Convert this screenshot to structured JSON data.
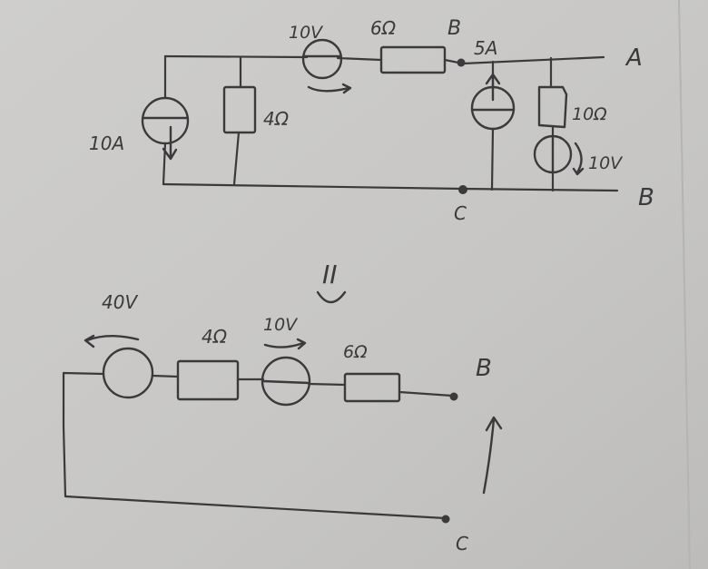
{
  "top_circuit": {
    "source_10A": "10A",
    "resistor_4": "4Ω",
    "source_10V": "10V",
    "resistor_6": "6Ω",
    "node_B_top": "B",
    "source_5A": "5A",
    "terminal_A": "A",
    "resistor_10": "10Ω",
    "source_10V_right": "10V",
    "terminal_B": "B",
    "node_C": "C"
  },
  "equivalence_mark": "II",
  "bottom_circuit": {
    "source_40V": "40V",
    "resistor_4": "4Ω",
    "source_10V": "10V",
    "resistor_6": "6Ω",
    "terminal_B": "B",
    "terminal_C": "C"
  },
  "colors": {
    "ink": "#3a3a3c",
    "paper": "#c9c8c6"
  }
}
